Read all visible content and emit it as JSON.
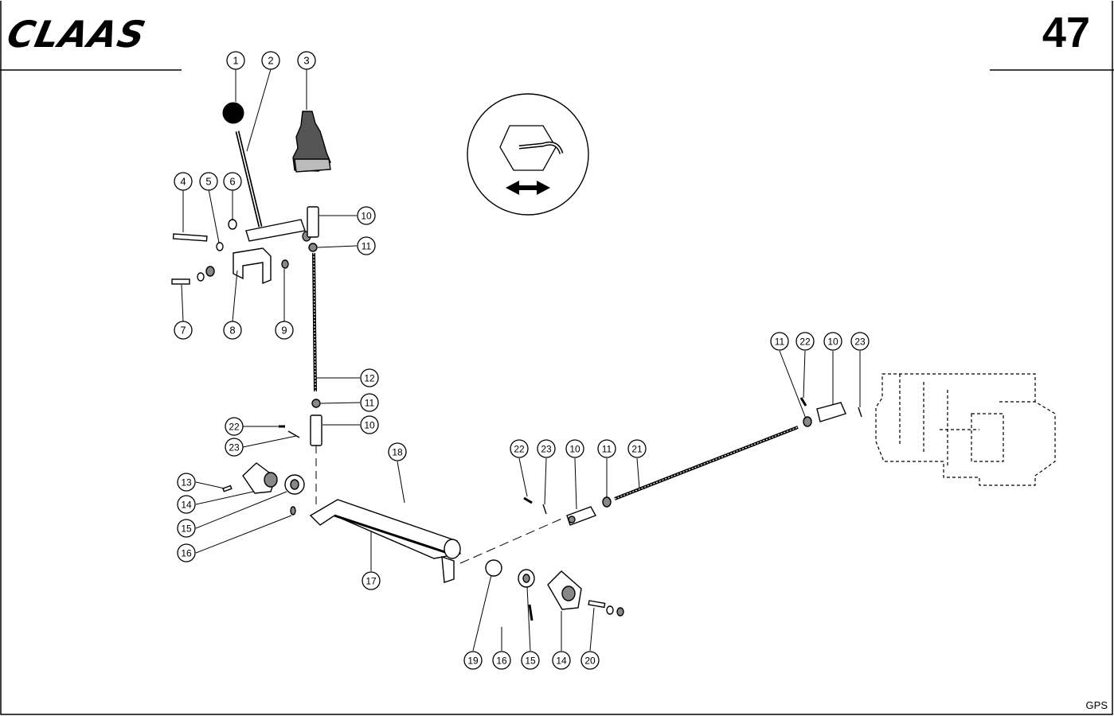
{
  "header": {
    "brand": "CLAAS",
    "page_number": "47"
  },
  "footer": {
    "code": "GPS"
  },
  "callouts": [
    {
      "id": "c1",
      "label": "1"
    },
    {
      "id": "c2",
      "label": "2"
    },
    {
      "id": "c3",
      "label": "3"
    },
    {
      "id": "c4",
      "label": "4"
    },
    {
      "id": "c5",
      "label": "5"
    },
    {
      "id": "c6",
      "label": "6"
    },
    {
      "id": "c7",
      "label": "7"
    },
    {
      "id": "c8",
      "label": "8"
    },
    {
      "id": "c9",
      "label": "9"
    },
    {
      "id": "c10a",
      "label": "10"
    },
    {
      "id": "c11a",
      "label": "11"
    },
    {
      "id": "c12",
      "label": "12"
    },
    {
      "id": "c11b",
      "label": "11"
    },
    {
      "id": "c10b",
      "label": "10"
    },
    {
      "id": "c22a",
      "label": "22"
    },
    {
      "id": "c23a",
      "label": "23"
    },
    {
      "id": "c13",
      "label": "13"
    },
    {
      "id": "c14a",
      "label": "14"
    },
    {
      "id": "c15a",
      "label": "15"
    },
    {
      "id": "c16a",
      "label": "16"
    },
    {
      "id": "c17",
      "label": "17"
    },
    {
      "id": "c18",
      "label": "18"
    },
    {
      "id": "c22b",
      "label": "22"
    },
    {
      "id": "c23b",
      "label": "23"
    },
    {
      "id": "c10c",
      "label": "10"
    },
    {
      "id": "c11c",
      "label": "11"
    },
    {
      "id": "c21",
      "label": "21"
    },
    {
      "id": "c11d",
      "label": "11"
    },
    {
      "id": "c22c",
      "label": "22"
    },
    {
      "id": "c10d",
      "label": "10"
    },
    {
      "id": "c23c",
      "label": "23"
    },
    {
      "id": "c19",
      "label": "19"
    },
    {
      "id": "c16b",
      "label": "16"
    },
    {
      "id": "c15b",
      "label": "15"
    },
    {
      "id": "c14b",
      "label": "14"
    },
    {
      "id": "c20",
      "label": "20"
    }
  ]
}
